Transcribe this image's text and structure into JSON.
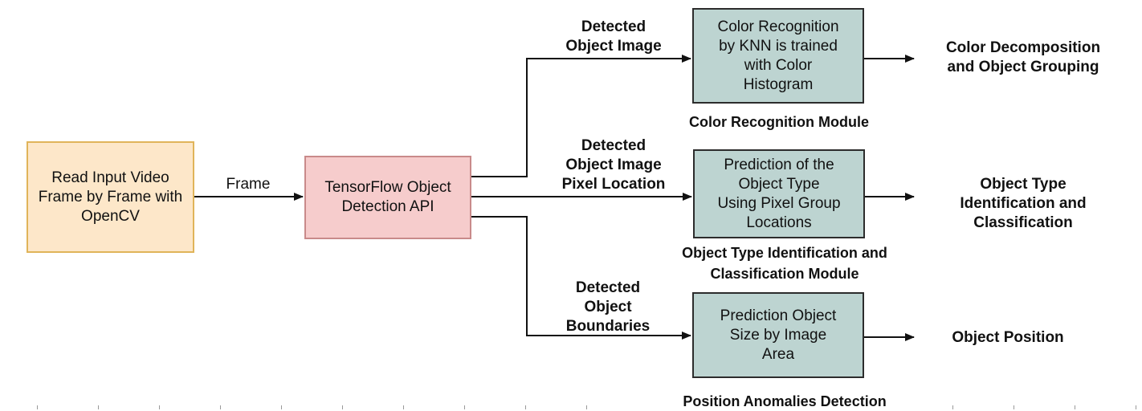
{
  "nodes": {
    "input": "Read Input Video\nFrame by Frame with\nOpenCV",
    "api": "TensorFlow Object\nDetection API",
    "color_box": "Color Recognition\nby KNN is trained\nwith Color\nHistogram",
    "type_box": "Prediction of the\nObject Type\nUsing Pixel Group\nLocations",
    "pos_box": "Prediction Object\nSize by Image\nArea"
  },
  "edges": {
    "frame": "Frame",
    "to_color": "Detected\nObject Image",
    "to_type": "Detected\nObject Image\nPixel Location",
    "to_pos": "Detected\nObject\nBoundaries"
  },
  "modules": {
    "color": "Color Recognition Module",
    "type": "Object Type Identification and\nClassification Module",
    "pos": "Position Anomalies Detection"
  },
  "outputs": {
    "color": "Color Decomposition\nand Object Grouping",
    "type": "Object Type\nIdentification and\nClassification",
    "pos": "Object Position"
  },
  "colors": {
    "input_fill": "#fde7c9",
    "api_fill": "#f6cccc",
    "module_fill": "#bdd4d1"
  }
}
